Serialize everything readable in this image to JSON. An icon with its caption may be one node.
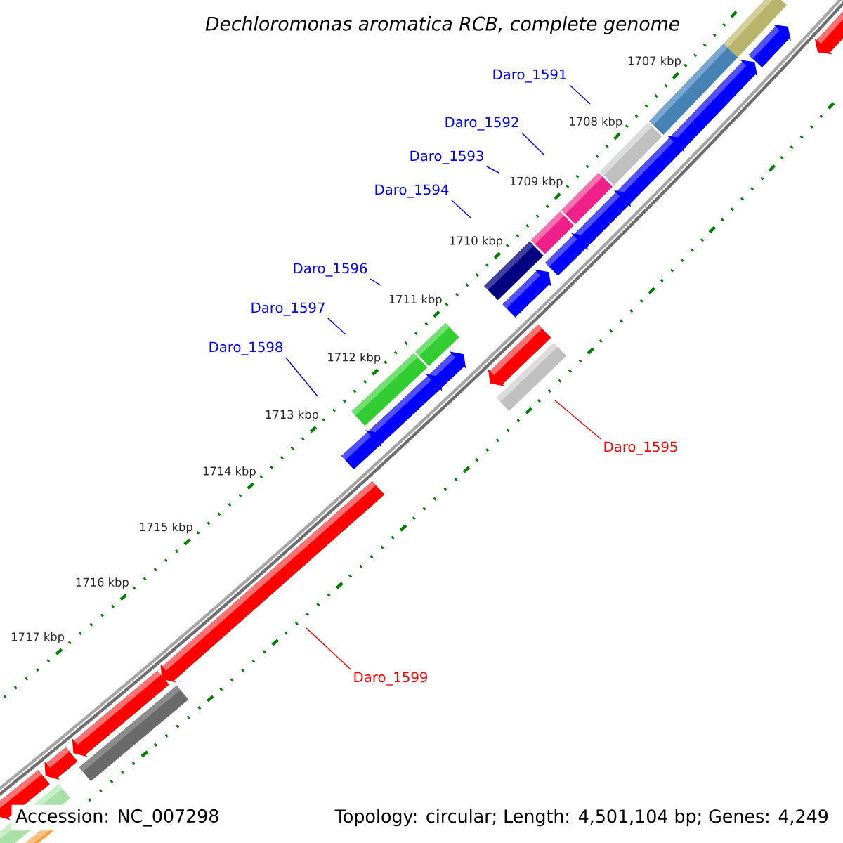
{
  "diagram": {
    "title": "Dechloromonas aromatica RCB, complete genome",
    "nodes": [
      {
        "text": [
          "Daro_1591"
        ]
      },
      {
        "text": [
          "Daro_1592"
        ]
      },
      {
        "text": [
          "Daro_1593"
        ]
      },
      {
        "text": [
          "Daro_1594"
        ]
      },
      {
        "text": [
          "Daro_1596"
        ]
      },
      {
        "text": [
          "Daro_1597"
        ]
      },
      {
        "text": [
          "Daro_1598"
        ]
      },
      {
        "text": [
          "Daro_1595"
        ]
      },
      {
        "text": [
          "Daro_1599"
        ]
      }
    ],
    "edges": [
      {
        "from": 0,
        "to": null,
        "arrow": "none"
      },
      {
        "from": 1,
        "to": null,
        "arrow": "none"
      },
      {
        "from": 2,
        "to": null,
        "arrow": "none"
      },
      {
        "from": 3,
        "to": null,
        "arrow": "none"
      },
      {
        "from": 4,
        "to": null,
        "arrow": "none"
      },
      {
        "from": 5,
        "to": null,
        "arrow": "none"
      },
      {
        "from": 6,
        "to": null,
        "arrow": "none"
      },
      {
        "from": 7,
        "to": null,
        "arrow": "none",
        "color": "#ff0000"
      },
      {
        "from": 8,
        "to": null,
        "arrow": "none",
        "color": "#ff0000"
      }
    ],
    "labels": [
      "1707 kbp",
      "1708 kbp",
      "1709 kbp",
      "1710 kbp",
      "1711 kbp",
      "1712 kbp",
      "1713 kbp",
      "1714 kbp",
      "1715 kbp",
      "1716 kbp",
      "1717 kbp",
      "Accession: NC_007298",
      "Topology: circular; Length: 4,501,104 bp; Genes: 4,249"
    ]
  }
}
